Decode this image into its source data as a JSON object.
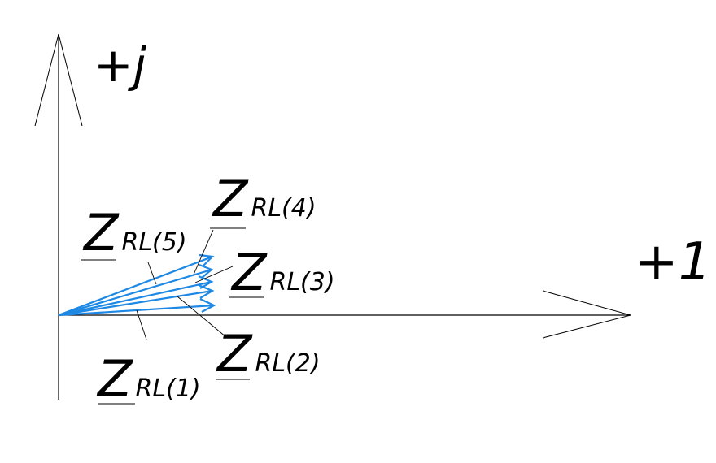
{
  "axes": {
    "imaginary_label": "+j",
    "real_label": "+1"
  },
  "phasors": [
    {
      "symbol": "Z",
      "subscript": "RL(1)"
    },
    {
      "symbol": "Z",
      "subscript": "RL(2)"
    },
    {
      "symbol": "Z",
      "subscript": "RL(3)"
    },
    {
      "symbol": "Z",
      "subscript": "RL(4)"
    },
    {
      "symbol": "Z",
      "subscript": "RL(5)"
    }
  ],
  "colors": {
    "axis": "#000000",
    "phasor": "#1e88e5",
    "leader": "#000000"
  }
}
